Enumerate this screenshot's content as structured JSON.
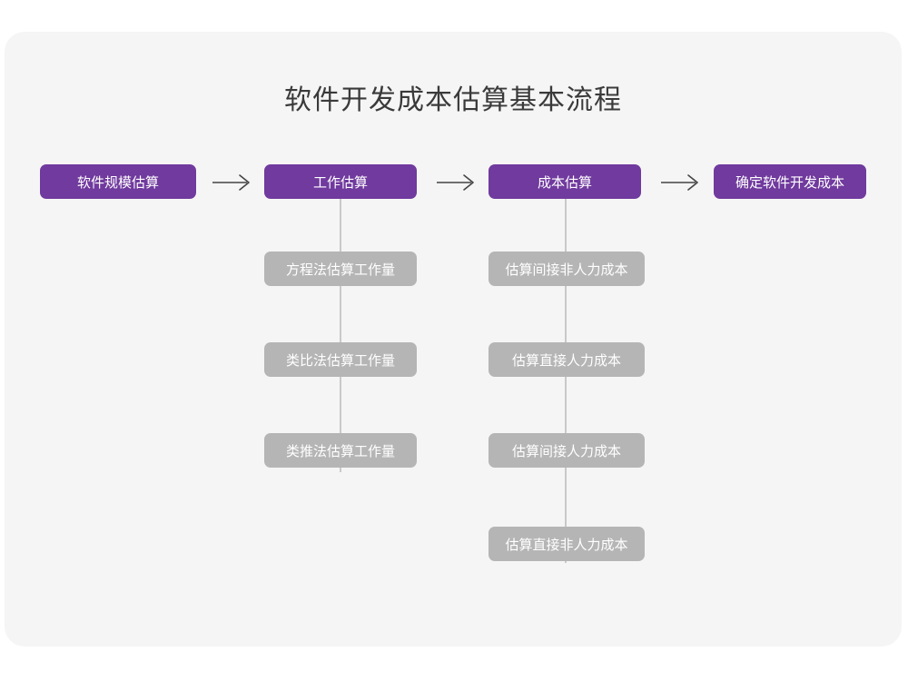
{
  "page": {
    "title": "软件开发成本估算基本流程",
    "background_color": "#f5f5f5",
    "canvas_color": "#ffffff"
  },
  "theme": {
    "primary_color": "#703a9e",
    "secondary_color": "#b5b5b5",
    "connector_color": "#c9c9c9",
    "arrow_color": "#444444",
    "title_color": "#3a3a3a",
    "node_text_color": "#ffffff"
  },
  "chart_data": {
    "type": "diagram",
    "title": "软件开发成本估算基本流程",
    "layout": "horizontal-flow-with-vertical-substeps",
    "stages": [
      {
        "id": "stage-1",
        "label": "软件规模估算",
        "level": "primary",
        "substeps": []
      },
      {
        "id": "stage-2",
        "label": "工作估算",
        "level": "primary",
        "substeps": [
          "方程法估算工作量",
          "类比法估算工作量",
          "类推法估算工作量"
        ]
      },
      {
        "id": "stage-3",
        "label": "成本估算",
        "level": "primary",
        "substeps": [
          "估算间接非人力成本",
          "估算直接人力成本",
          "估算间接人力成本",
          "估算直接非人力成本"
        ]
      },
      {
        "id": "stage-4",
        "label": "确定软件开发成本",
        "level": "primary",
        "substeps": []
      }
    ],
    "arrows": [
      {
        "from": "stage-1",
        "to": "stage-2",
        "glyph": "right-arrow"
      },
      {
        "from": "stage-2",
        "to": "stage-3",
        "glyph": "right-arrow"
      },
      {
        "from": "stage-3",
        "to": "stage-4",
        "glyph": "right-arrow"
      }
    ]
  },
  "nodes": {
    "stage1": {
      "label": "软件规模估算"
    },
    "stage2": {
      "label": "工作估算"
    },
    "stage3": {
      "label": "成本估算"
    },
    "stage4": {
      "label": "确定软件开发成本"
    },
    "stage2_sub": [
      {
        "label": "方程法估算工作量"
      },
      {
        "label": "类比法估算工作量"
      },
      {
        "label": "类推法估算工作量"
      }
    ],
    "stage3_sub": [
      {
        "label": "估算间接非人力成本"
      },
      {
        "label": "估算直接人力成本"
      },
      {
        "label": "估算间接人力成本"
      },
      {
        "label": "估算直接非人力成本"
      }
    ]
  }
}
